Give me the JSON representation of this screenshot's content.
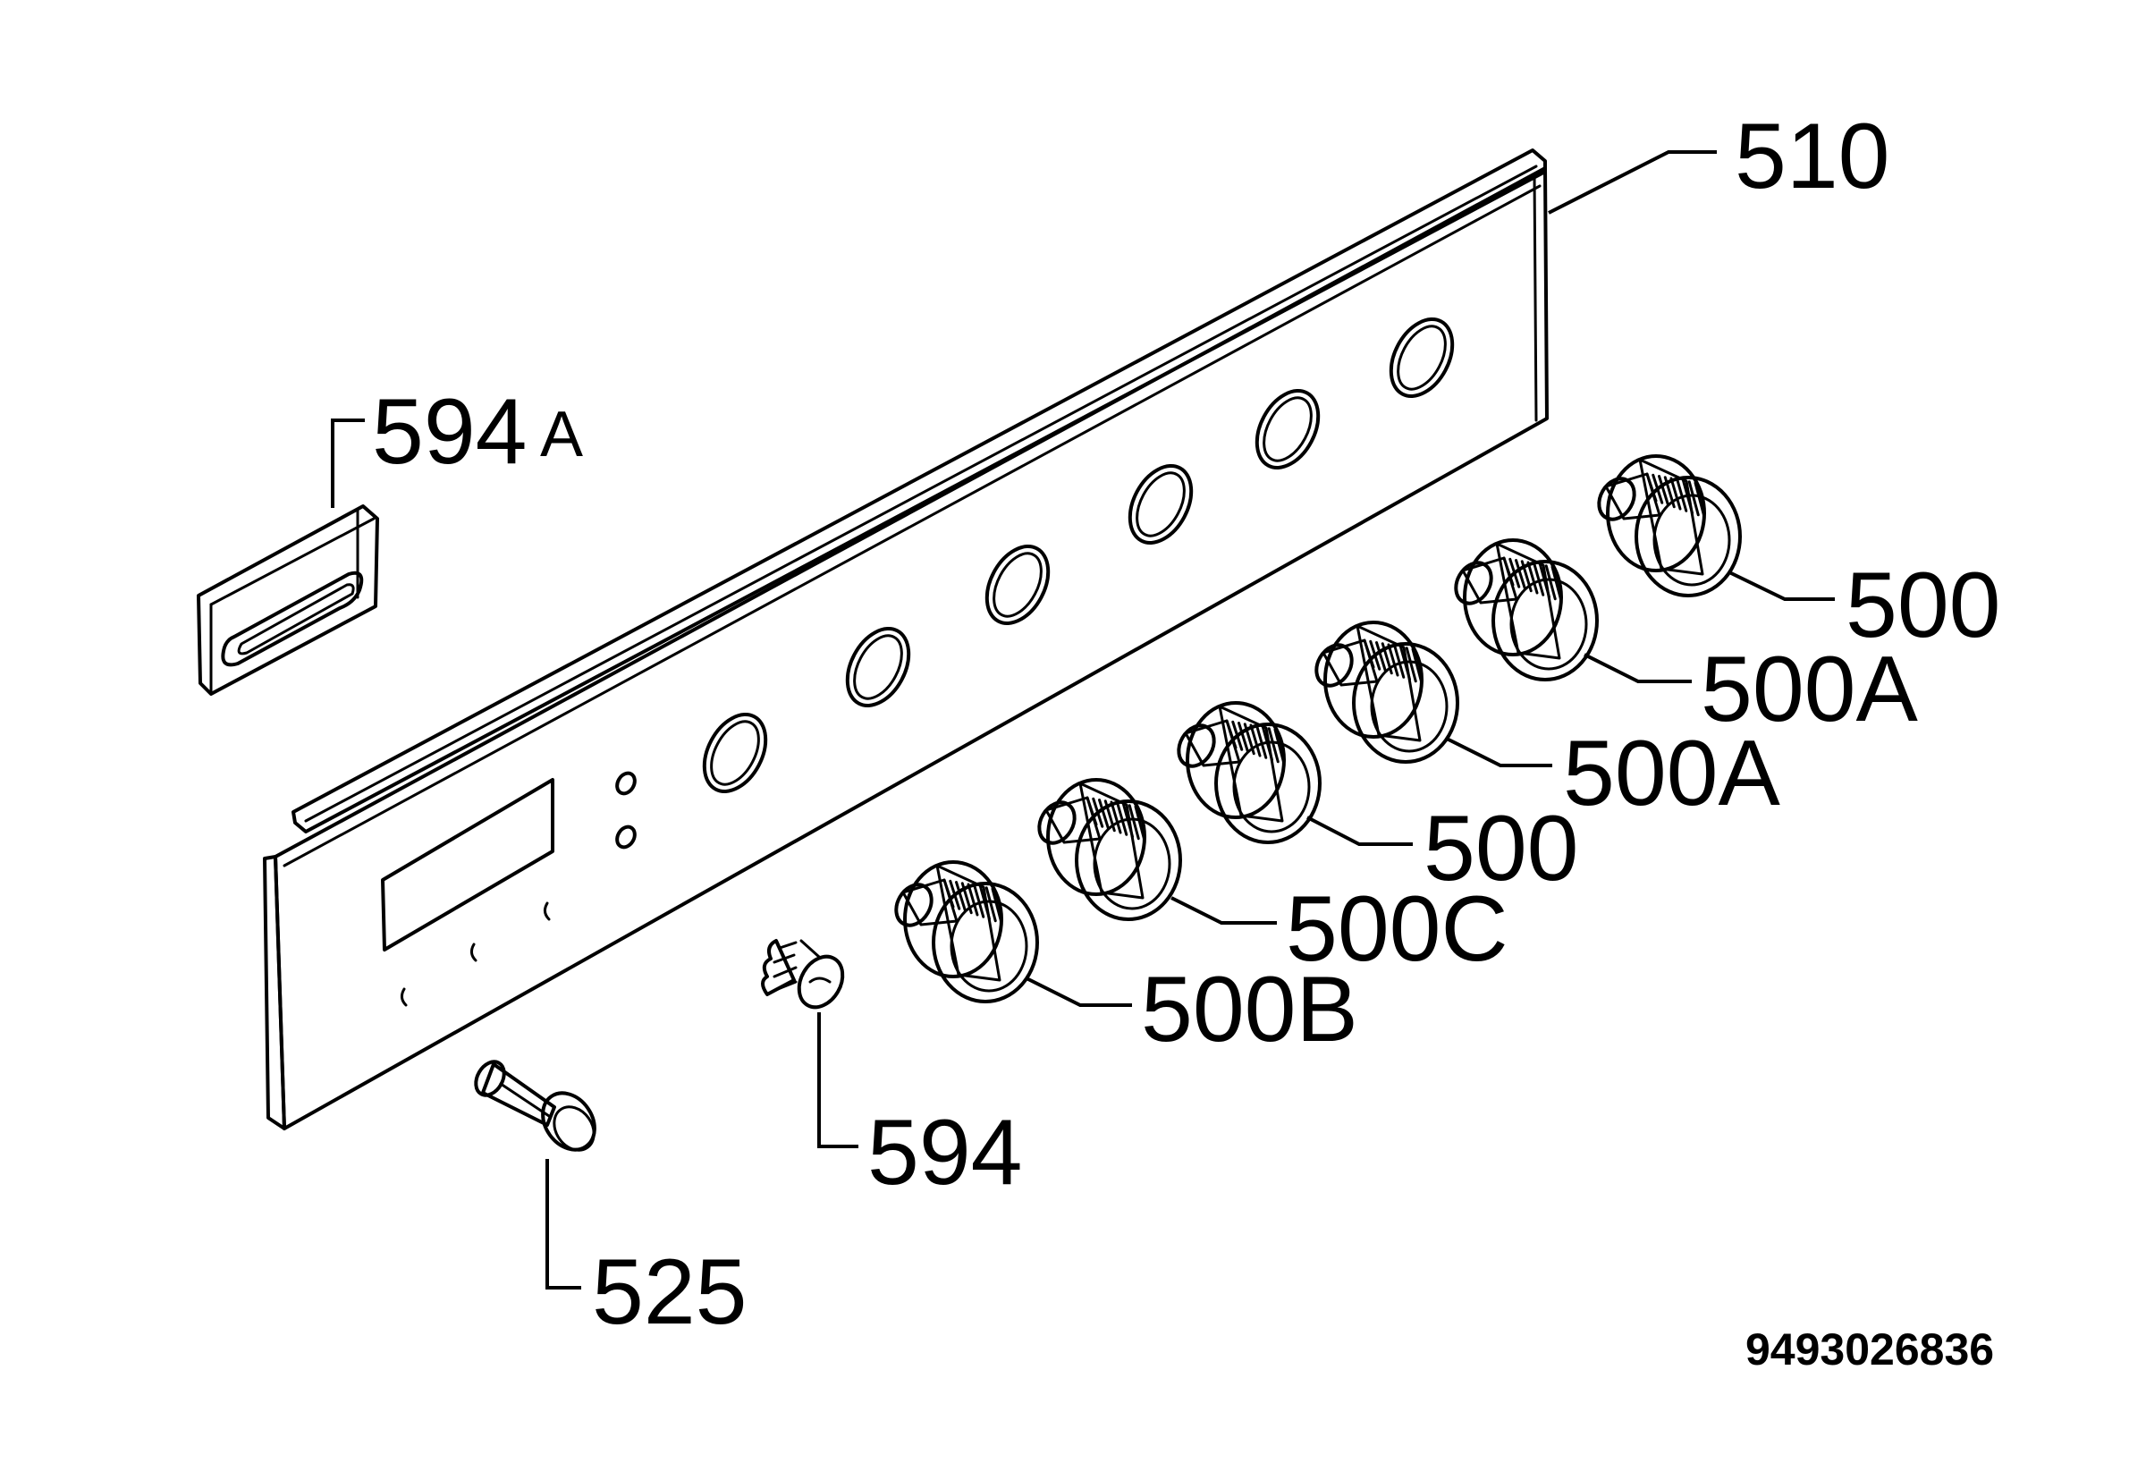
{
  "diagram": {
    "document_code": "9493026836",
    "labels": {
      "panel": "510",
      "clip_number": "594",
      "clip_suffix": "A",
      "knob_1": "500",
      "knob_2": "500A",
      "knob_3": "500A",
      "knob_4": "500",
      "knob_5": "500C",
      "knob_6": "500B",
      "spring": "594",
      "screw": "525"
    }
  }
}
